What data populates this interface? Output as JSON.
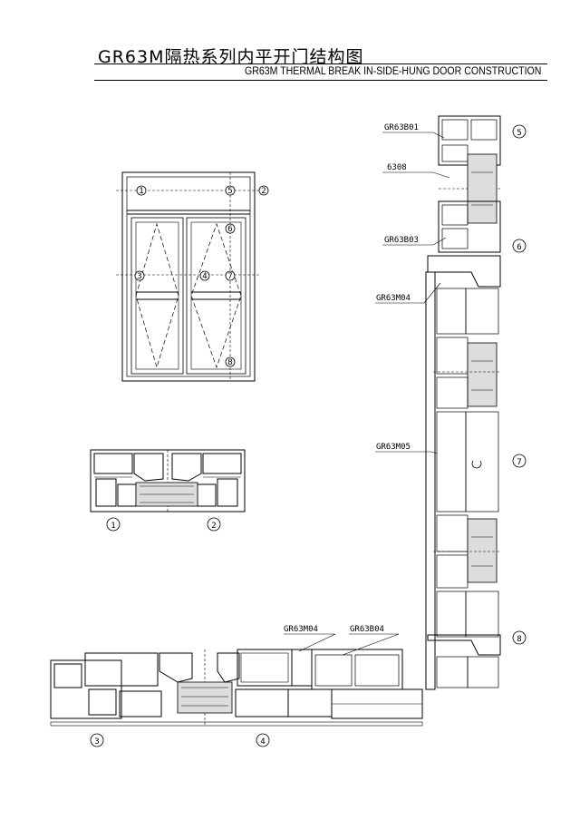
{
  "title": {
    "cn": "GR63M隔热系列内平开门结构图",
    "en": "GR63M THERMAL BREAK IN-SIDE-HUNG DOOR CONSTRUCTION"
  },
  "markers": [
    "1",
    "2",
    "3",
    "4",
    "5",
    "6",
    "7",
    "8"
  ],
  "profile_labels": {
    "b01": "GR63B01",
    "p6308": "6308",
    "b03": "GR63B03",
    "m04_v": "GR63M04",
    "m05": "GR63M05",
    "m04_h": "GR63M04",
    "b04": "GR63B04"
  }
}
